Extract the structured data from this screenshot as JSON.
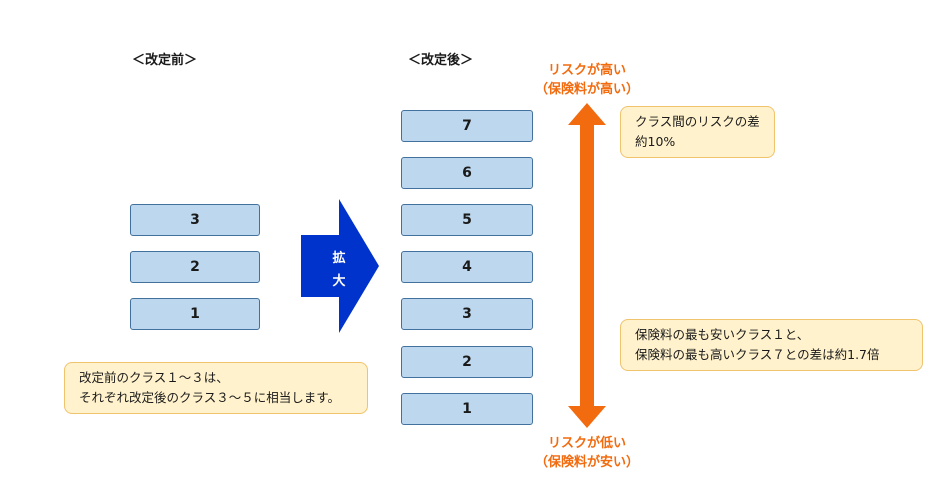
{
  "headings": {
    "before": "＜改定前＞",
    "after": "＜改定後＞"
  },
  "before_classes": [
    "3",
    "2",
    "1"
  ],
  "after_classes": [
    "7",
    "6",
    "5",
    "4",
    "3",
    "2",
    "1"
  ],
  "expand_arrow": {
    "line1": "拡",
    "line2": "大"
  },
  "risk_high": {
    "line1": "リスクが高い",
    "line2": "（保険料が高い）"
  },
  "risk_low": {
    "line1": "リスクが低い",
    "line2": "（保険料が安い）"
  },
  "note_before": {
    "line1": "改定前のクラス１～３は、",
    "line2": "それぞれ改定後のクラス３～５に相当します。"
  },
  "note_risk_gap": {
    "line1": "クラス間のリスクの差",
    "line2": "約10%"
  },
  "note_premium_ratio": {
    "line1": "保険料の最も安いクラス１と、",
    "line2": "保険料の最も高いクラス７との差は約1.7倍"
  },
  "colors": {
    "box_fill": "#bdd7ee",
    "box_border": "#41719c",
    "expand_arrow": "#0033cc",
    "risk_arrow": "#f26b0f",
    "note_fill": "#fff2cc",
    "note_border": "#f0c36d"
  }
}
